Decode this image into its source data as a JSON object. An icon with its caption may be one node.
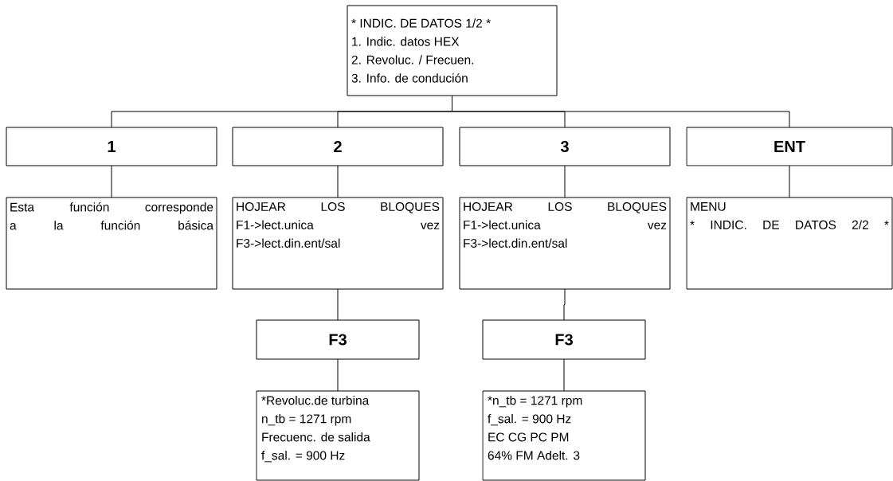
{
  "diagram": {
    "nodes": [
      {
        "text": [
          "* INDIC. DE DATOS 1/2 *",
          "1. Indic. datos HEX",
          "2. Revoluc. / Frecuen.",
          "3. Info. de condución"
        ]
      },
      {
        "text": [
          "1"
        ]
      },
      {
        "text": [
          "2"
        ]
      },
      {
        "text": [
          "3"
        ]
      },
      {
        "text": [
          "ENT"
        ]
      },
      {
        "text": [
          "Esta función corresponde a la función básica"
        ]
      },
      {
        "text": [
          "HOJEAR LOS BLOQUES",
          "F1->lect.unica vez",
          "F3->lect.din.ent/sal"
        ]
      },
      {
        "text": [
          "HOJEAR LOS BLOQUES",
          "F1->lect.unica vez",
          "F3->lect.din.ent/sal"
        ]
      },
      {
        "text": [
          "MENU",
          "* INDIC. DE DATOS 2/2 *"
        ]
      },
      {
        "text": [
          "F3"
        ]
      },
      {
        "text": [
          "F3"
        ]
      },
      {
        "text": [
          "*Revoluc.de turbina",
          "n_tb = 1271 rpm",
          "Frecuenc. de salida",
          "f_sal. = 900 Hz"
        ]
      },
      {
        "text": [
          "*n_tb = 1271 rpm",
          "f_sal. = 900 Hz",
          "EC  CG  PC  PM",
          "64% FM  Adelt.  3"
        ]
      }
    ],
    "edges": [
      {
        "from": 0,
        "to": 1,
        "arrow": "none"
      },
      {
        "from": 0,
        "to": 2,
        "arrow": "none"
      },
      {
        "from": 0,
        "to": 3,
        "arrow": "none"
      },
      {
        "from": 0,
        "to": 4,
        "arrow": "none"
      },
      {
        "from": 1,
        "to": 5,
        "arrow": "none"
      },
      {
        "from": 2,
        "to": 6,
        "arrow": "none"
      },
      {
        "from": 3,
        "to": 7,
        "arrow": "none"
      },
      {
        "from": 4,
        "to": 8,
        "arrow": "none"
      },
      {
        "from": 6,
        "to": 9,
        "arrow": "none"
      },
      {
        "from": 7,
        "to": 10,
        "arrow": "none"
      },
      {
        "from": 9,
        "to": 11,
        "arrow": "none"
      },
      {
        "from": 10,
        "to": 12,
        "arrow": "none"
      }
    ]
  }
}
